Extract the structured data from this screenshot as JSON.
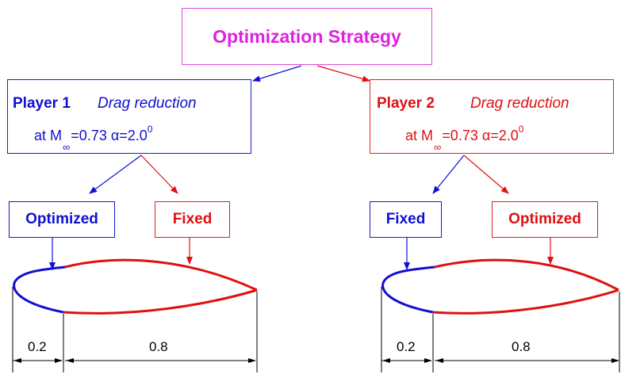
{
  "title": "Optimization Strategy",
  "players": [
    {
      "name": "Player 1",
      "goal": "Drag reduction",
      "cond_prefix": "at M",
      "cond_sub": "∞",
      "cond_mid": "=0.73 α=2.0",
      "cond_sup": "0",
      "left_segment": "Optimized",
      "right_segment": "Fixed"
    },
    {
      "name": "Player 2",
      "goal": "Drag reduction",
      "cond_prefix": "at M",
      "cond_sub": "∞",
      "cond_mid": "=0.73 α=2.0",
      "cond_sup": "0",
      "left_segment": "Fixed",
      "right_segment": "Optimized"
    }
  ],
  "dimensions": {
    "front": "0.2",
    "rear": "0.8"
  },
  "colors": {
    "title": "#e020e0",
    "blue": "#1010d0",
    "red": "#e01010"
  }
}
